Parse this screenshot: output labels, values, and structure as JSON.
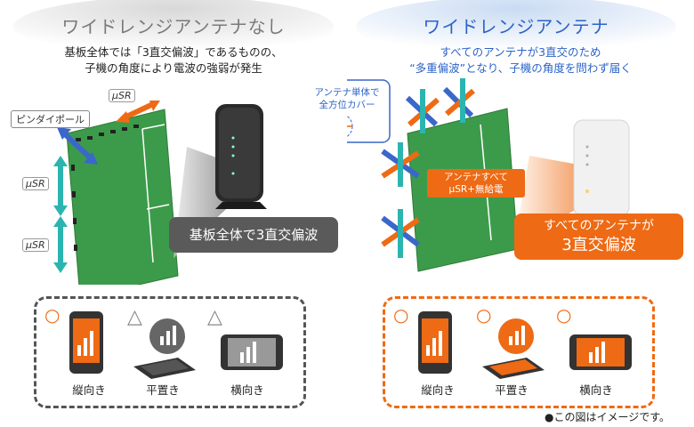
{
  "left": {
    "title": "ワイドレンジアンテナなし",
    "desc_line1": "基板全体では「3直交偏波」であるものの、",
    "desc_line2": "子機の角度により電波の強弱が発生",
    "tag_pindipole": "ピンダイポール",
    "musr1": "μSR",
    "musr2": "μSR",
    "musr3": "μSR",
    "callout": "基板全体で3直交偏波",
    "orientations": [
      {
        "symbol": "○",
        "label": "縦向き"
      },
      {
        "symbol": "△",
        "label": "平置き"
      },
      {
        "symbol": "△",
        "label": "横向き"
      }
    ]
  },
  "right": {
    "title": "ワイドレンジアンテナ",
    "desc_line1": "すべてのアンテナが3直交のため",
    "desc_line2": "“多重偏波”となり、子機の角度を問わず届く",
    "bubble_line1": "アンテナ単体で",
    "bubble_line2": "全方位カバー",
    "board_label1": "アンテナすべて",
    "board_label2": "μSR+無給電",
    "callout_line1": "すべてのアンテナが",
    "callout_line2": "3直交偏波",
    "orientations": [
      {
        "symbol": "○",
        "label": "縦向き"
      },
      {
        "symbol": "○",
        "label": "平置き"
      },
      {
        "symbol": "○",
        "label": "横向き"
      }
    ]
  },
  "footer_note": "●この図はイメージです。",
  "colors": {
    "orange": "#ee6a14",
    "teal": "#2bb5b0",
    "blue": "#3a67c9",
    "board": "#3c9b4a",
    "gray": "#5a5a5a"
  }
}
